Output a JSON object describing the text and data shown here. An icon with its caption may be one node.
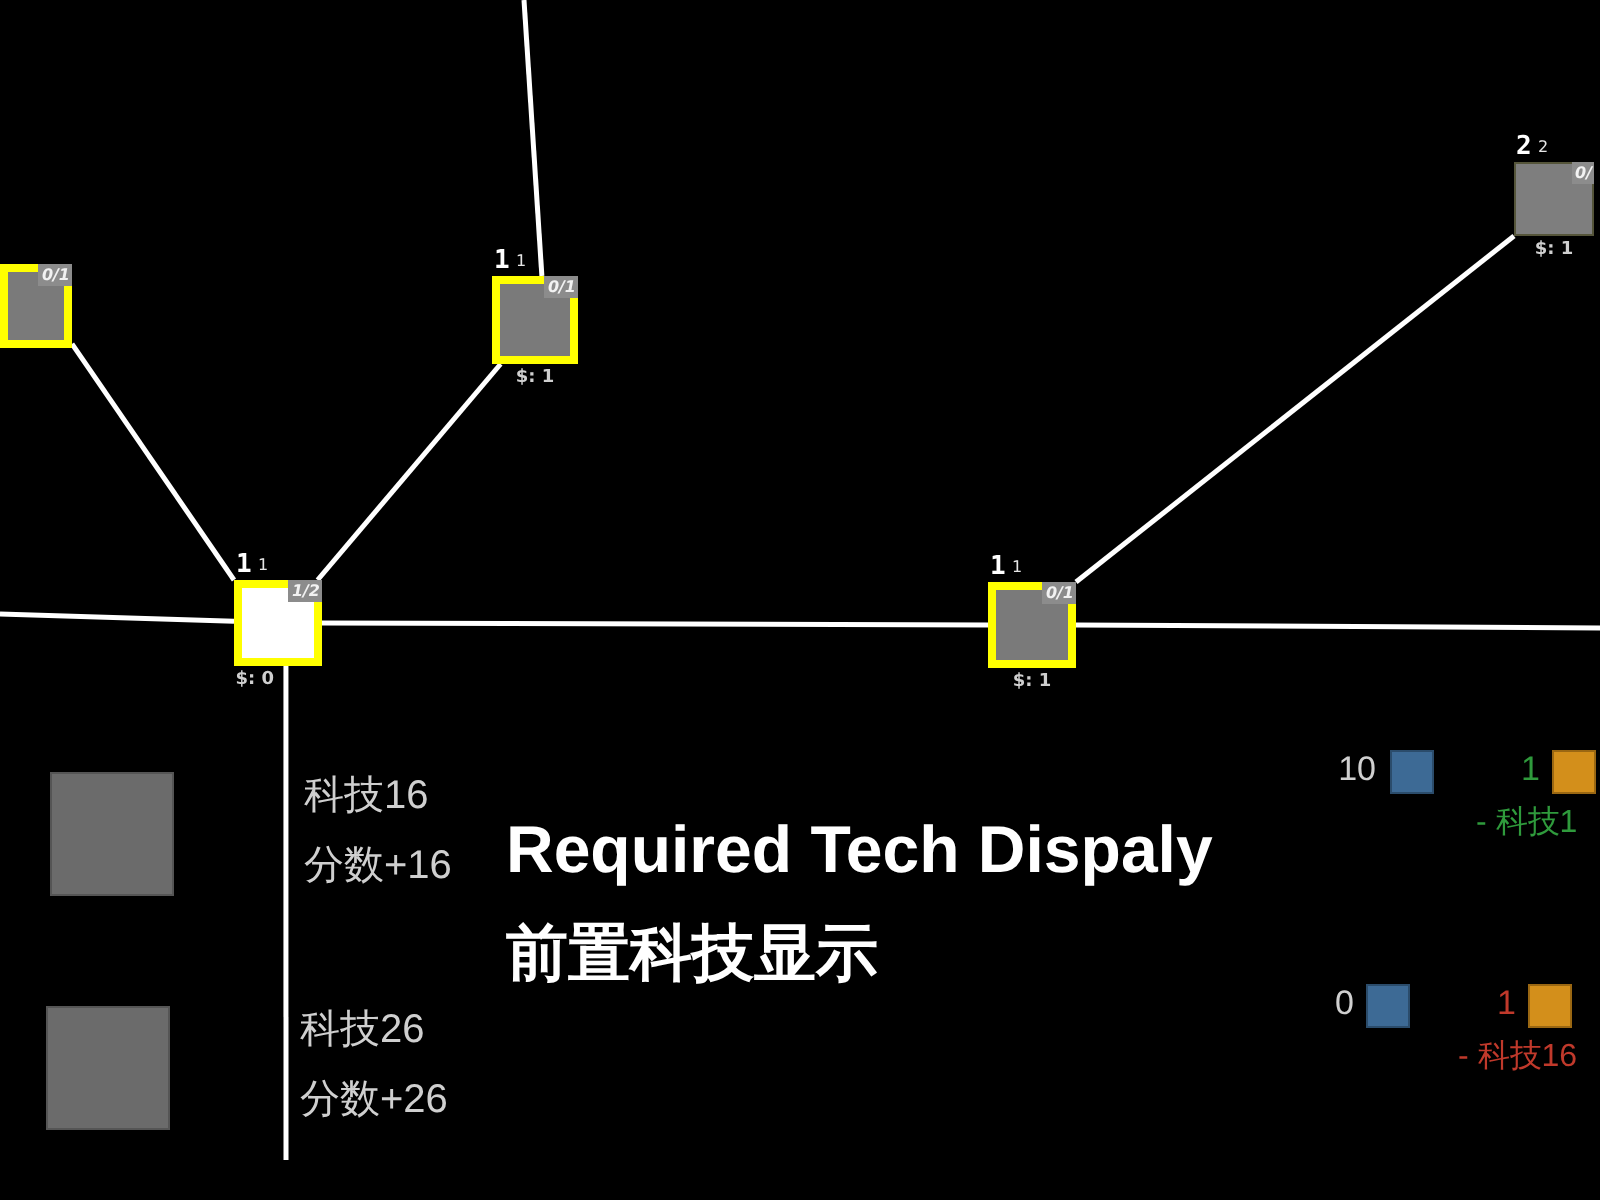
{
  "diagram": {
    "title": "Required Tech Dispaly",
    "caption": "前置科技显示",
    "nodes": [
      {
        "text": [
          "0/1"
        ]
      },
      {
        "text": [
          "0/1"
        ],
        "beside": [
          "1",
          "1",
          "$: 1"
        ]
      },
      {
        "text": [
          "1/2"
        ],
        "beside": [
          "1",
          "1",
          "$: 0"
        ]
      },
      {
        "text": [
          "0/1"
        ],
        "beside": [
          "1",
          "1",
          "$: 1"
        ]
      },
      {
        "text": [
          "0/"
        ],
        "beside": [
          "2",
          "2",
          "$: 1"
        ]
      }
    ],
    "edges": [
      {
        "from": 0,
        "to": 2,
        "arrow": "none"
      },
      {
        "from": 1,
        "to": 2,
        "arrow": "none"
      },
      {
        "from": null,
        "to": 1,
        "arrow": "none"
      },
      {
        "from": null,
        "to": 2,
        "arrow": "none"
      },
      {
        "from": 2,
        "to": 3,
        "arrow": "none"
      },
      {
        "from": 3,
        "to": null,
        "arrow": "none"
      },
      {
        "from": 3,
        "to": 4,
        "arrow": "none"
      },
      {
        "from": 2,
        "to": null,
        "arrow": "none"
      }
    ],
    "labels": [
      "科技16",
      "分数+16",
      "科技26",
      "分数+26",
      "10",
      "1",
      "- 科技1",
      "0",
      "1",
      "- 科技16"
    ]
  }
}
